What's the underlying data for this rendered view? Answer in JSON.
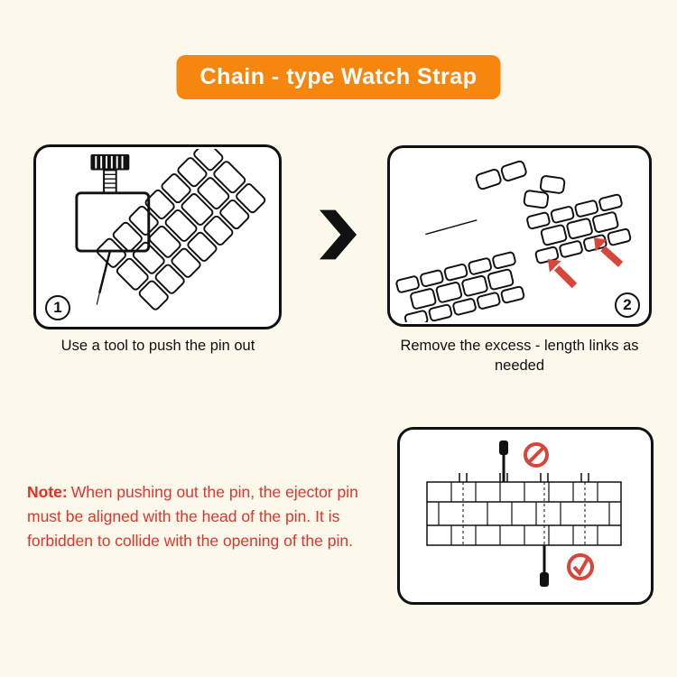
{
  "banner": {
    "title": "Chain - type Watch Strap"
  },
  "steps": {
    "step1": {
      "number": "1",
      "caption": "Use a tool to push the pin out"
    },
    "step2": {
      "number": "2",
      "caption": "Remove the excess - length links as needed"
    }
  },
  "note": {
    "label": "Note:",
    "text": "When pushing out the pin, the ejector pin must be aligned with the head of the pin. It is forbidden to collide with the opening of the pin."
  },
  "icons": {
    "chevron": "chevron-right",
    "prohibited": "no-entry",
    "check": "check-mark",
    "arrows": "red-pointer-arrows"
  },
  "colors": {
    "background": "#fcf8ec",
    "accent_orange": "#f6860d",
    "warning_red": "#d8453a",
    "note_red": "#e0352a",
    "ink": "#111111"
  }
}
